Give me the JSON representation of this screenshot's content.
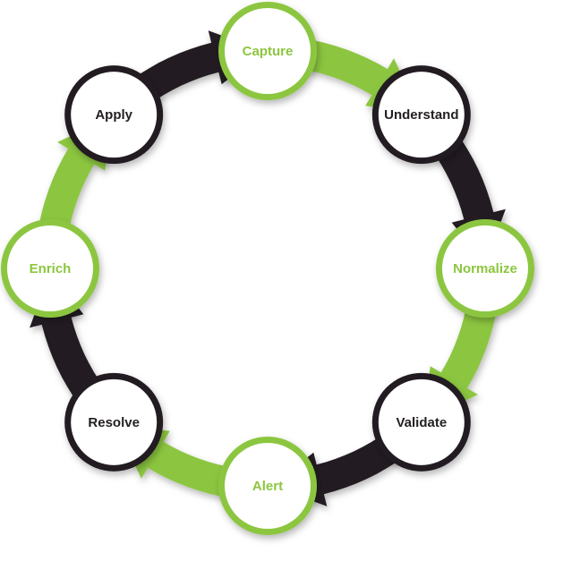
{
  "diagram": {
    "type": "cycle",
    "direction": "clockwise",
    "colors": {
      "green": "#8cc63f",
      "black": "#231f20",
      "white": "#ffffff"
    },
    "nodes": [
      {
        "id": "capture",
        "label": "Capture",
        "tone": "green"
      },
      {
        "id": "understand",
        "label": "Understand",
        "tone": "black"
      },
      {
        "id": "normalize",
        "label": "Normalize",
        "tone": "green"
      },
      {
        "id": "validate",
        "label": "Validate",
        "tone": "black"
      },
      {
        "id": "alert",
        "label": "Alert",
        "tone": "green"
      },
      {
        "id": "resolve",
        "label": "Resolve",
        "tone": "black"
      },
      {
        "id": "enrich",
        "label": "Enrich",
        "tone": "green"
      },
      {
        "id": "apply",
        "label": "Apply",
        "tone": "black"
      }
    ]
  }
}
